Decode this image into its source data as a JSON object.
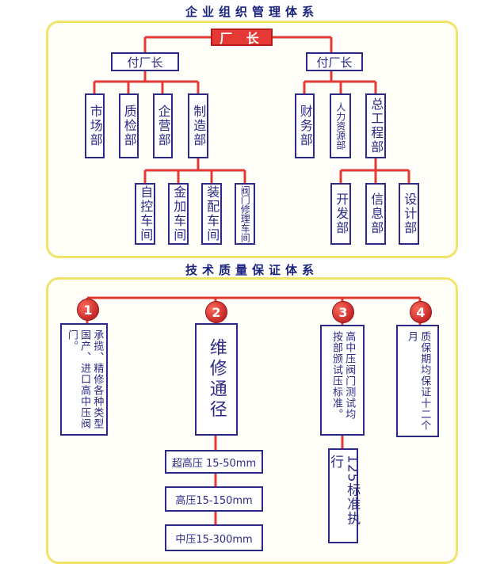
{
  "org": {
    "title": "企业组织管理体系",
    "director": "厂 长",
    "deputies": [
      "付厂长",
      "付厂长"
    ],
    "left_depts": [
      "市场部",
      "质检部",
      "企营部",
      "制造部"
    ],
    "right_depts": [
      "财务部",
      "人力资源部",
      "总工程部"
    ],
    "workshops": [
      "自控车间",
      "金加车间",
      "装配车间",
      "阀门修理车间"
    ],
    "eng_depts": [
      "开发部",
      "信息部",
      "设计部"
    ]
  },
  "quality": {
    "title": "技术质量保证体系",
    "steps": [
      {
        "num": "1",
        "text": "承揽、精修各种类型国产、进口高中压阀门。"
      },
      {
        "num": "2",
        "text": "维修通径"
      },
      {
        "num": "3",
        "text": "高中压阀门测试均按部颁试压标准。"
      },
      {
        "num": "4",
        "text": "质保期均保证十二个月"
      }
    ],
    "ranges": [
      "超高压 15-50mm",
      "高压15-150mm",
      "中压15-300mm"
    ],
    "standard": "125标准执行"
  },
  "colors": {
    "line": "#e53935",
    "box_border": "#2d2a86",
    "panel_border": "#f0e46a",
    "title": "#1a237e"
  }
}
